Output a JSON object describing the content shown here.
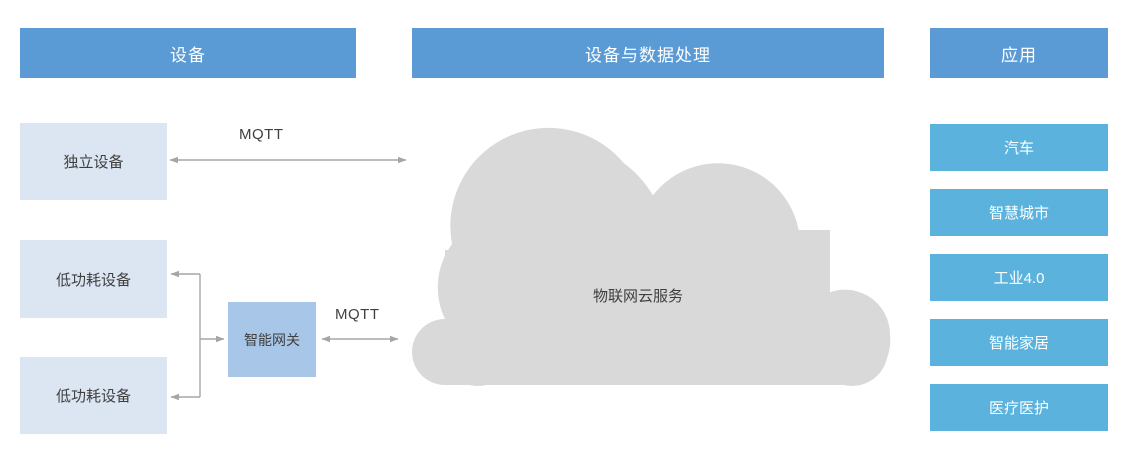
{
  "diagram": {
    "title_bands": [
      {
        "id": "devices",
        "label": "设备"
      },
      {
        "id": "device-and-data-processing",
        "label": "设备与数据处理"
      },
      {
        "id": "applications",
        "label": "应用"
      }
    ],
    "devices": [
      {
        "id": "standalone-device",
        "label": "独立设备"
      },
      {
        "id": "low-power-device-1",
        "label": "低功耗设备"
      },
      {
        "id": "low-power-device-2",
        "label": "低功耗设备"
      }
    ],
    "gateway": {
      "id": "smart-gateway",
      "label": "智能网关"
    },
    "cloud": {
      "id": "iot-cloud-service",
      "label": "物联网云服务"
    },
    "connections": [
      {
        "id": "standalone-to-cloud",
        "label": "MQTT"
      },
      {
        "id": "gateway-to-cloud",
        "label": "MQTT"
      }
    ],
    "applications": [
      {
        "id": "automotive",
        "label": "汽车"
      },
      {
        "id": "smart-city",
        "label": "智慧城市"
      },
      {
        "id": "industry-40",
        "label": "工业4.0"
      },
      {
        "id": "smart-home",
        "label": "智能家居"
      },
      {
        "id": "healthcare",
        "label": "医疗医护"
      }
    ],
    "colors": {
      "band_blue": "#5b9bd5",
      "device_light_blue": "#dce6f2",
      "gateway_blue": "#a8c6e8",
      "app_blue": "#5bb3dd",
      "cloud_gray": "#d9d9d9",
      "connector_gray": "#a6a6a6",
      "background": "#ffffff"
    }
  }
}
